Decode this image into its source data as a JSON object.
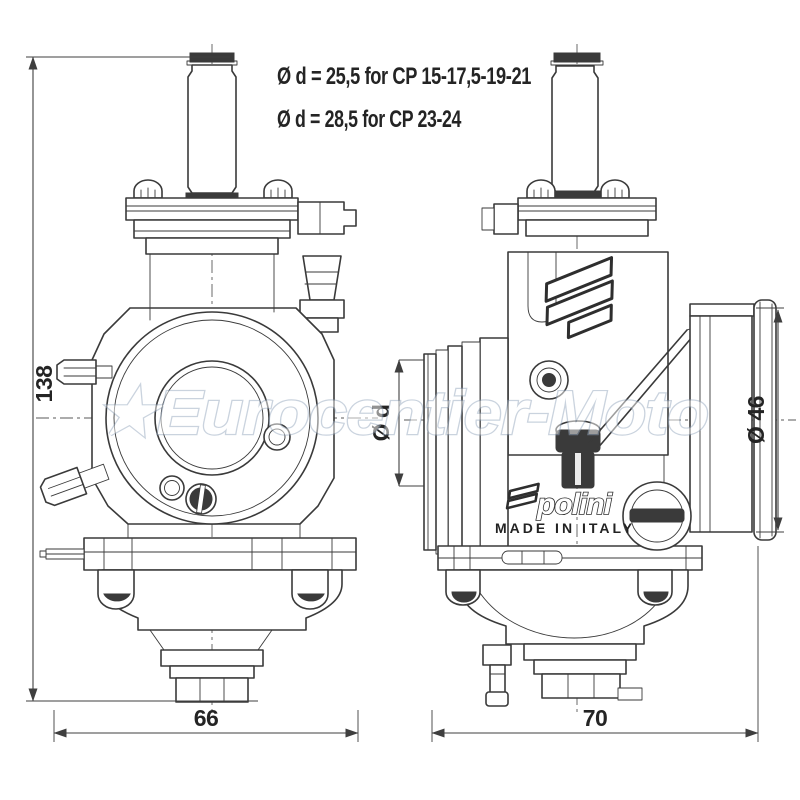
{
  "annotations": {
    "spec_line_1": "Ø d = 25,5  for CP 15-17,5-19-21",
    "spec_line_2": "Ø d = 28,5  for CP 23-24"
  },
  "dimensions": {
    "overall_height": "138",
    "front_view_width": "66",
    "side_view_width": "70",
    "inlet_bore": "Ø d",
    "outlet_diameter": "Ø 46"
  },
  "branding": {
    "logo_text": "polini",
    "origin_text": "MADE IN ITALY"
  },
  "watermark": {
    "text": "★Eurocentier-Moto"
  },
  "colors": {
    "line": "#3a3a3a",
    "centerline": "#5a5a5a",
    "dimension": "#3f3f3f",
    "watermark_fill": "#ffffff",
    "watermark_outline": "#97a9bf",
    "background": "#ffffff"
  }
}
